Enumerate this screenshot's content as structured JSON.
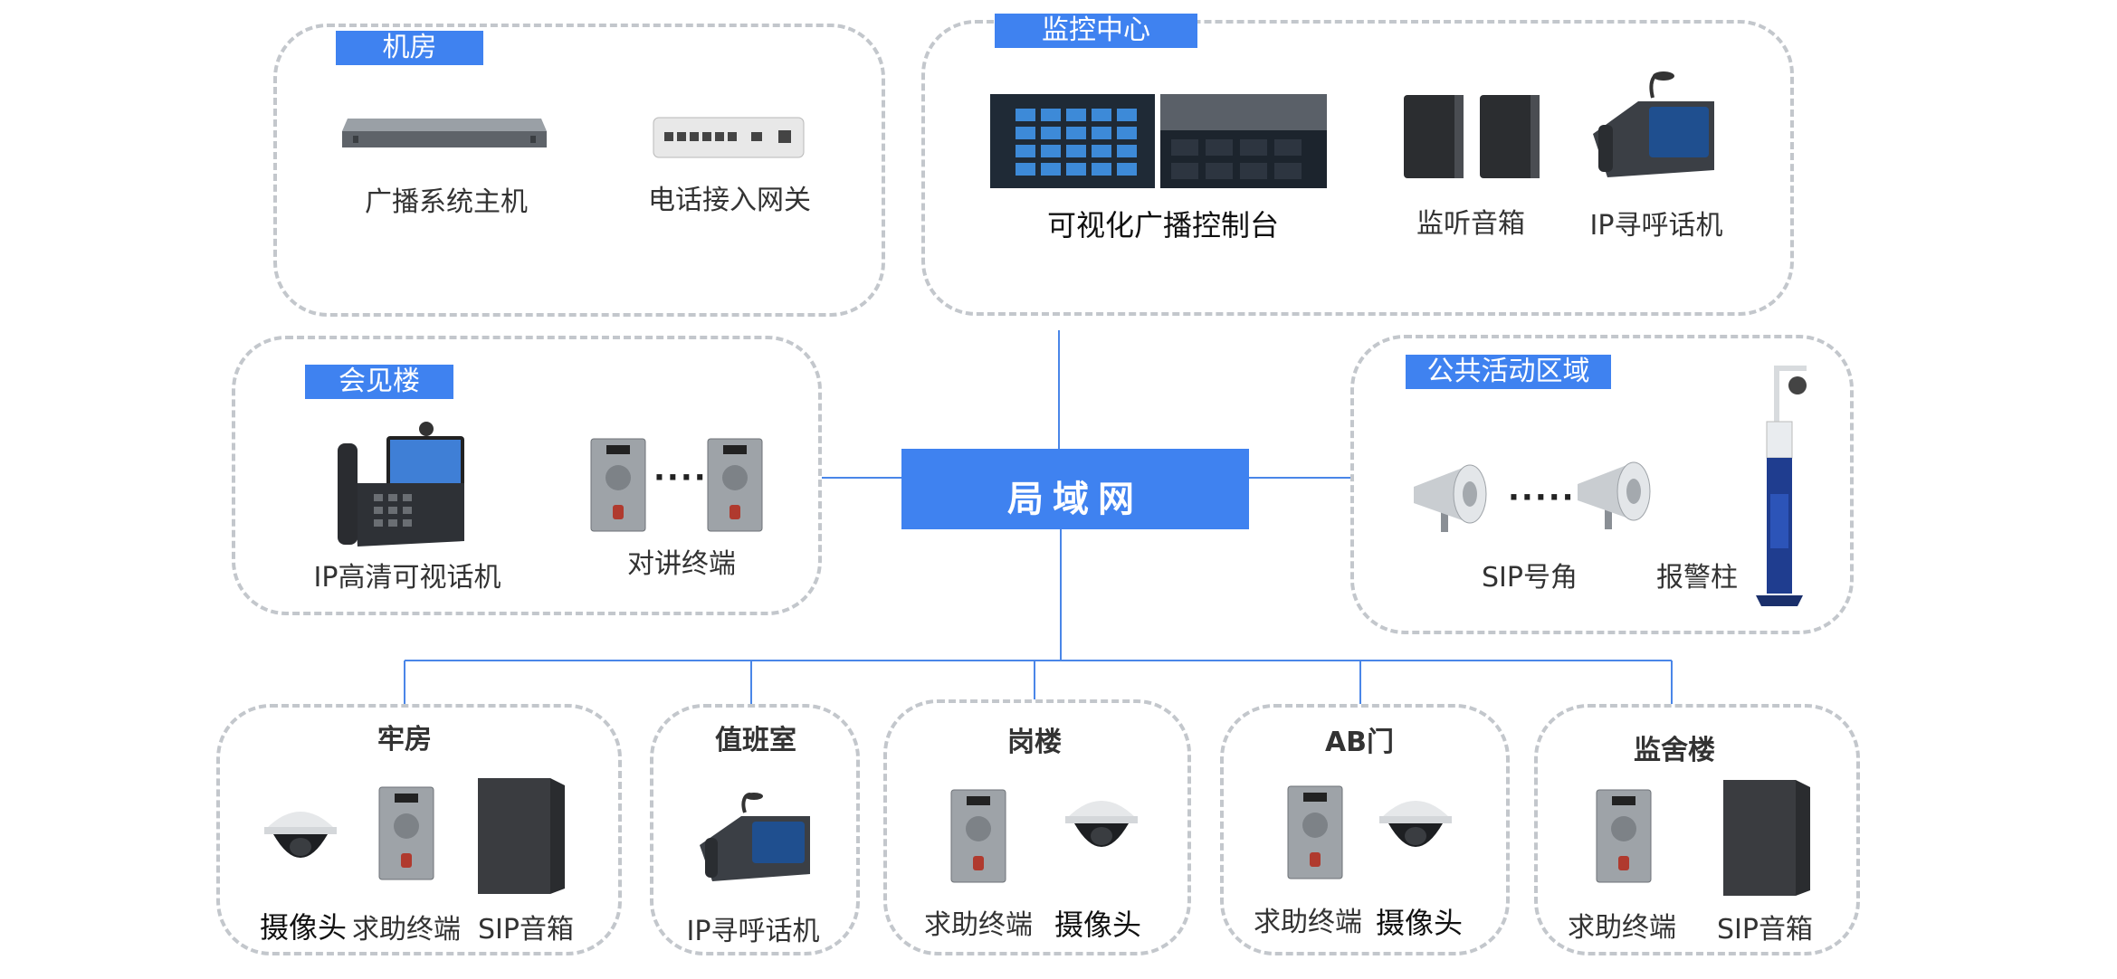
{
  "network": {
    "label": "局域网"
  },
  "zones": {
    "jifang": {
      "tag": "机房",
      "devices": [
        "广播系统主机",
        "电话接入网关"
      ]
    },
    "jiankong": {
      "tag": "监控中心",
      "devices": [
        "可视化广播控制台",
        "监听音箱",
        "IP寻呼话机"
      ]
    },
    "huijian": {
      "tag": "会见楼",
      "devices": [
        "IP高清可视话机",
        "对讲终端"
      ]
    },
    "gonggong": {
      "tag": "公共活动区域",
      "devices": [
        "SIP号角",
        "报警柱"
      ]
    },
    "laofang": {
      "title": "牢房",
      "devices": [
        "摄像头",
        "求助终端",
        "SIP音箱"
      ]
    },
    "zhiban": {
      "title": "值班室",
      "devices": [
        "IP寻呼话机"
      ]
    },
    "ganglou": {
      "title": "岗楼",
      "devices": [
        "求助终端",
        "摄像头"
      ]
    },
    "abmen": {
      "title": "AB门",
      "devices": [
        "求助终端",
        "摄像头"
      ]
    },
    "jianshe": {
      "title": "监舍楼",
      "devices": [
        "求助终端",
        "SIP音箱"
      ]
    }
  },
  "ellipsis": "·····",
  "colors": {
    "accent": "#3f82f0",
    "border": "#c3c7cc",
    "line": "#4a86e8"
  }
}
